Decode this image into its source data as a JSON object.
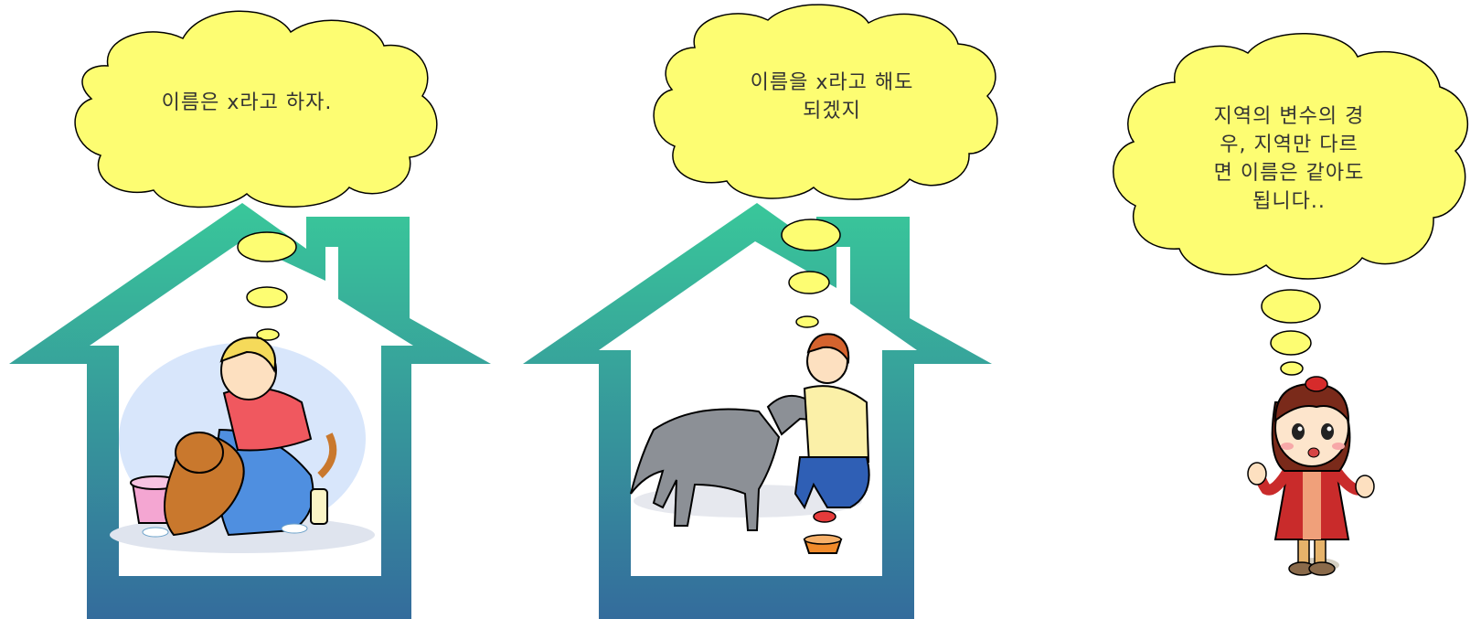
{
  "bubbles": [
    {
      "lines": [
        "이름은 x라고 하자."
      ]
    },
    {
      "lines": [
        "이름을 x라고 해도",
        "되겠지"
      ]
    },
    {
      "lines": [
        "지역의 변수의 경",
        "우, 지역만 다르",
        "면 이름은 같아도",
        "됩니다.."
      ]
    }
  ],
  "colors": {
    "bubble_fill": "#fdfd72",
    "house_top": "#39c79a",
    "house_bottom": "#346c9c",
    "outline": "#000000"
  },
  "icons": [
    "house-icon",
    "girl-washing-dog-illustration",
    "boy-petting-dog-illustration",
    "cartoon-girl-illustration"
  ]
}
